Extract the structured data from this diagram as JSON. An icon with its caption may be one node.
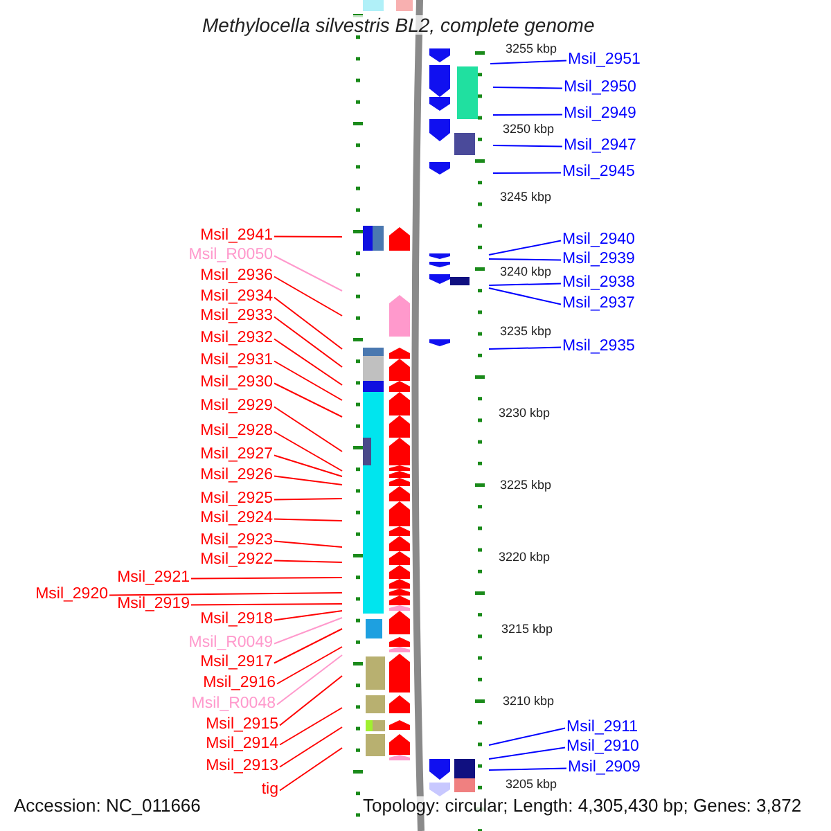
{
  "diagram": {
    "title": "Methylocella silvestris BL2, complete genome",
    "nodes": [
      {
        "text": [
          "Msil_2941"
        ]
      },
      {
        "text": [
          "Msil_R0050"
        ]
      },
      {
        "text": [
          "Msil_2936"
        ]
      },
      {
        "text": [
          "Msil_2934"
        ]
      },
      {
        "text": [
          "Msil_2933"
        ]
      },
      {
        "text": [
          "Msil_2932"
        ]
      },
      {
        "text": [
          "Msil_2931"
        ]
      },
      {
        "text": [
          "Msil_2930"
        ]
      },
      {
        "text": [
          "Msil_2929"
        ]
      },
      {
        "text": [
          "Msil_2928"
        ]
      },
      {
        "text": [
          "Msil_2927"
        ]
      },
      {
        "text": [
          "Msil_2926"
        ]
      },
      {
        "text": [
          "Msil_2925"
        ]
      },
      {
        "text": [
          "Msil_2924"
        ]
      },
      {
        "text": [
          "Msil_2923"
        ]
      },
      {
        "text": [
          "Msil_2922"
        ]
      },
      {
        "text": [
          "Msil_2921"
        ]
      },
      {
        "text": [
          "Msil_2920"
        ]
      },
      {
        "text": [
          "Msil_2919"
        ]
      },
      {
        "text": [
          "Msil_2918"
        ]
      },
      {
        "text": [
          "Msil_R0049"
        ]
      },
      {
        "text": [
          "Msil_2917"
        ]
      },
      {
        "text": [
          "Msil_2916"
        ]
      },
      {
        "text": [
          "Msil_R0048"
        ]
      },
      {
        "text": [
          "Msil_2915"
        ]
      },
      {
        "text": [
          "Msil_2914"
        ]
      },
      {
        "text": [
          "Msil_2913"
        ]
      },
      {
        "text": [
          "tig"
        ]
      },
      {
        "text": [
          "Msil_2951"
        ]
      },
      {
        "text": [
          "Msil_2950"
        ]
      },
      {
        "text": [
          "Msil_2949"
        ]
      },
      {
        "text": [
          "Msil_2947"
        ]
      },
      {
        "text": [
          "Msil_2945"
        ]
      },
      {
        "text": [
          "Msil_2940"
        ]
      },
      {
        "text": [
          "Msil_2939"
        ]
      },
      {
        "text": [
          "Msil_2938"
        ]
      },
      {
        "text": [
          "Msil_2937"
        ]
      },
      {
        "text": [
          "Msil_2935"
        ]
      },
      {
        "text": [
          "Msil_2911"
        ]
      },
      {
        "text": [
          "Msil_2910"
        ]
      },
      {
        "text": [
          "Msil_2909"
        ]
      }
    ],
    "edges": [
      {
        "from": 0,
        "to": null,
        "arrow": "none"
      },
      {
        "from": 1,
        "to": null,
        "arrow": "none",
        "color": "#ff99cc"
      },
      {
        "from": 2,
        "to": null,
        "arrow": "none"
      },
      {
        "from": 3,
        "to": null,
        "arrow": "none"
      },
      {
        "from": 4,
        "to": null,
        "arrow": "none"
      },
      {
        "from": 5,
        "to": null,
        "arrow": "none"
      },
      {
        "from": 6,
        "to": null,
        "arrow": "none"
      },
      {
        "from": 7,
        "to": null,
        "arrow": "none"
      },
      {
        "from": 8,
        "to": null,
        "arrow": "none"
      },
      {
        "from": 9,
        "to": null,
        "arrow": "none"
      },
      {
        "from": 10,
        "to": null,
        "arrow": "none"
      },
      {
        "from": 11,
        "to": null,
        "arrow": "none"
      },
      {
        "from": 12,
        "to": null,
        "arrow": "none"
      },
      {
        "from": 13,
        "to": null,
        "arrow": "none"
      },
      {
        "from": 14,
        "to": null,
        "arrow": "none"
      },
      {
        "from": 15,
        "to": null,
        "arrow": "none"
      },
      {
        "from": 16,
        "to": null,
        "arrow": "none"
      },
      {
        "from": 17,
        "to": null,
        "arrow": "none"
      },
      {
        "from": 18,
        "to": null,
        "arrow": "none"
      },
      {
        "from": 19,
        "to": null,
        "arrow": "none"
      },
      {
        "from": 20,
        "to": null,
        "arrow": "none",
        "color": "#ff99cc"
      },
      {
        "from": 21,
        "to": null,
        "arrow": "none"
      },
      {
        "from": 22,
        "to": null,
        "arrow": "none"
      },
      {
        "from": 23,
        "to": null,
        "arrow": "none",
        "color": "#ff99cc"
      },
      {
        "from": 24,
        "to": null,
        "arrow": "none"
      },
      {
        "from": 25,
        "to": null,
        "arrow": "none"
      },
      {
        "from": 26,
        "to": null,
        "arrow": "none"
      },
      {
        "from": 27,
        "to": null,
        "arrow": "none"
      },
      {
        "from": 28,
        "to": null,
        "arrow": "none",
        "color": "#0000ff"
      },
      {
        "from": 29,
        "to": null,
        "arrow": "none",
        "color": "#0000ff"
      },
      {
        "from": 30,
        "to": null,
        "arrow": "none",
        "color": "#0000ff"
      },
      {
        "from": 31,
        "to": null,
        "arrow": "none",
        "color": "#0000ff"
      },
      {
        "from": 32,
        "to": null,
        "arrow": "none",
        "color": "#0000ff"
      },
      {
        "from": 33,
        "to": null,
        "arrow": "none",
        "color": "#0000ff"
      },
      {
        "from": 34,
        "to": null,
        "arrow": "none",
        "color": "#0000ff"
      },
      {
        "from": 35,
        "to": null,
        "arrow": "none",
        "color": "#0000ff"
      },
      {
        "from": 36,
        "to": null,
        "arrow": "none",
        "color": "#0000ff"
      },
      {
        "from": 37,
        "to": null,
        "arrow": "none",
        "color": "#0000ff"
      },
      {
        "from": 38,
        "to": null,
        "arrow": "none",
        "color": "#0000ff"
      },
      {
        "from": 39,
        "to": null,
        "arrow": "none",
        "color": "#0000ff"
      },
      {
        "from": 40,
        "to": null,
        "arrow": "none",
        "color": "#0000ff"
      }
    ],
    "labels": [
      "3255 kbp",
      "3250 kbp",
      "3245 kbp",
      "3240 kbp",
      "3235 kbp",
      "3230 kbp",
      "3225 kbp",
      "3220 kbp",
      "3215 kbp",
      "3210 kbp",
      "3205 kbp",
      "Accession: NC_011666",
      "Topology: circular; Length: 4,305,430 bp; Genes: 3,872"
    ]
  }
}
